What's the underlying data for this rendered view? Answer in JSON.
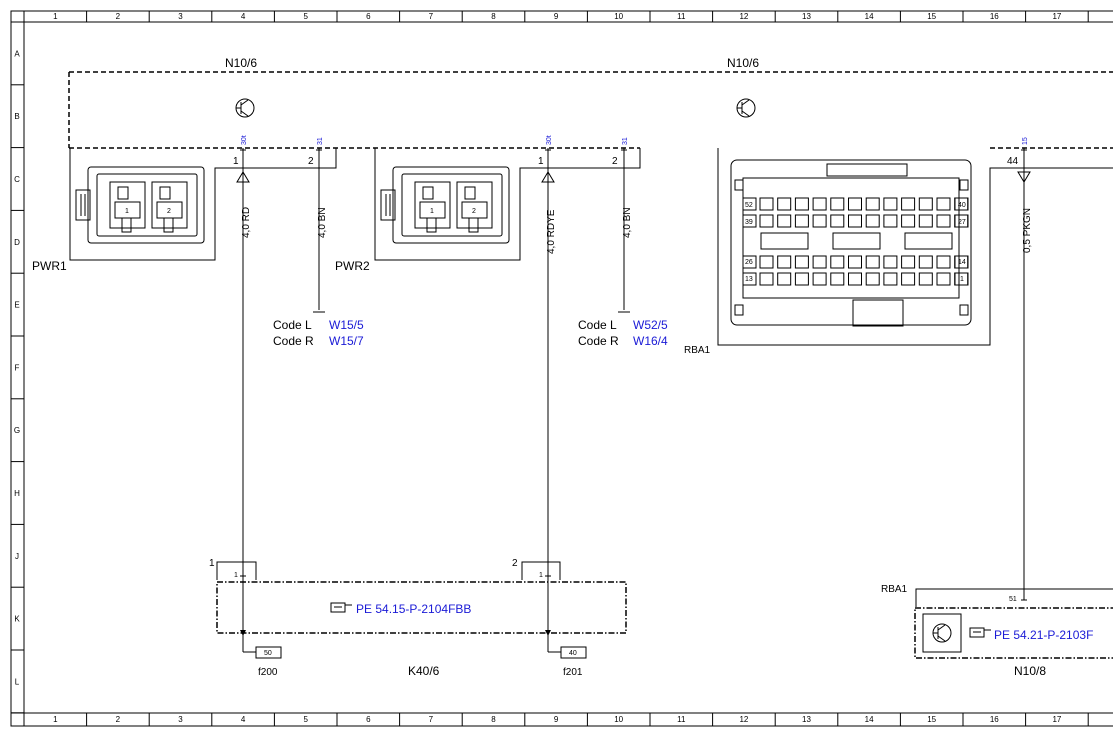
{
  "grid": {
    "columns": [
      "1",
      "2",
      "3",
      "4",
      "5",
      "6",
      "7",
      "8",
      "9",
      "10",
      "11",
      "12",
      "13",
      "14",
      "15",
      "16",
      "17"
    ],
    "rows": [
      "A",
      "B",
      "C",
      "D",
      "E",
      "F",
      "G",
      "H",
      "J",
      "K",
      "L"
    ]
  },
  "modules": {
    "top_left": "N10/6",
    "top_right": "N10/6",
    "bottom_right": "N10/8",
    "fuse_box": "K40/6"
  },
  "connectors": {
    "pwr1": "PWR1",
    "pwr2": "PWR2",
    "rba1_top": "RBA1",
    "rba1_bottom": "RBA1"
  },
  "terminals": {
    "t30_a": "30t",
    "t31_a": "31",
    "t30_b": "30t",
    "t31_b": "31",
    "t15": "15"
  },
  "pins": {
    "pwr1_1": "1",
    "pwr1_2": "2",
    "pwr2_1": "1",
    "pwr2_2": "2",
    "rba_44": "44",
    "rba_51": "51",
    "fuse_conn_1": "1",
    "fuse_conn_2": "2",
    "fuse_pin_1a": "1",
    "fuse_pin_1b": "1",
    "connector_pins": [
      "1",
      "2"
    ],
    "rba_pins": [
      "52",
      "40",
      "39",
      "27",
      "26",
      "14",
      "13",
      "1"
    ]
  },
  "wires": {
    "w1": "4,0 RD",
    "w2": "4,0 BN",
    "w3": "4,0 RDYE",
    "w4": "4,0 BN",
    "w5": "0,5 PKGN"
  },
  "grounds": {
    "g1": {
      "code_l": "Code L",
      "ref_l": "W15/5",
      "code_r": "Code R",
      "ref_r": "W15/7"
    },
    "g2": {
      "code_l": "Code L",
      "ref_l": "W52/5",
      "code_r": "Code R",
      "ref_r": "W16/4"
    }
  },
  "fuses": {
    "f200": {
      "label": "f200",
      "rating": "50"
    },
    "f201": {
      "label": "f201",
      "rating": "40"
    }
  },
  "references": {
    "ref1": "PE 54.15-P-2104FBB",
    "ref2": "PE 54.21-P-2103F"
  },
  "colors": {
    "line": "#000000",
    "link": "#1a1ad6"
  }
}
